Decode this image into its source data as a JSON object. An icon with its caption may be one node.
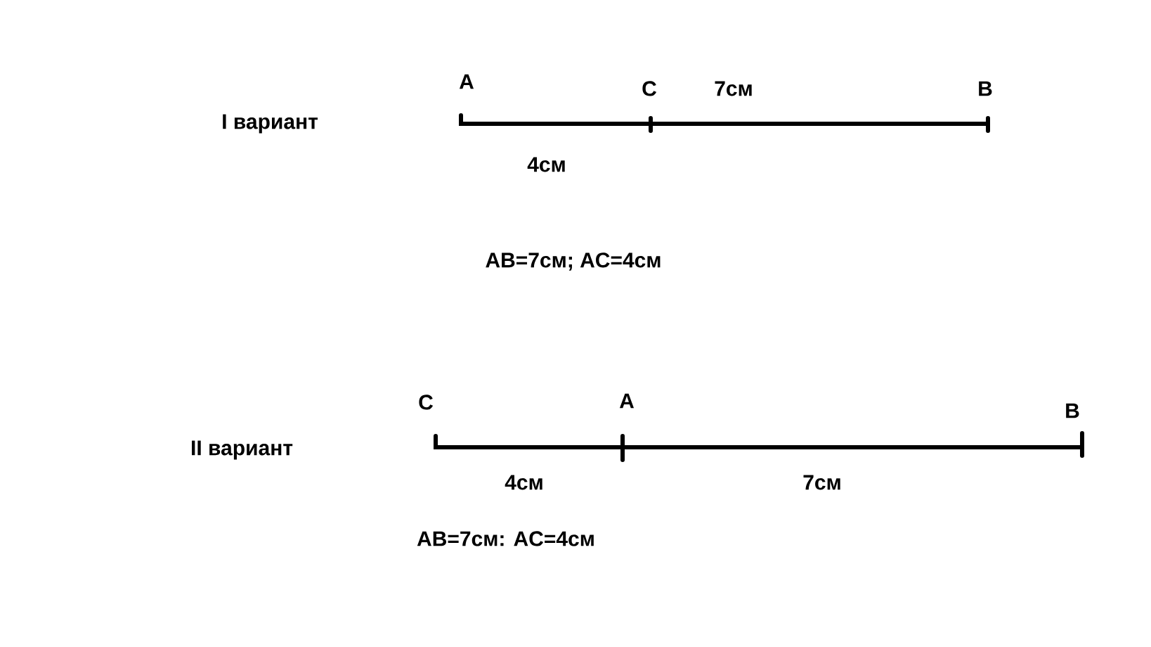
{
  "diagram": {
    "labels": [
      "A",
      "C",
      "7см",
      "B",
      "I вариант",
      "4см",
      "AB=7см; AC=4см",
      "C",
      "A",
      "B",
      "II вариант",
      "4см",
      "7см",
      "AB=7см: AC=4см"
    ]
  }
}
